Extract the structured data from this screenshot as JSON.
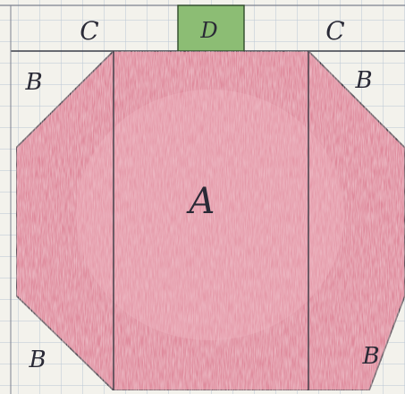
{
  "labels": {
    "center": "A",
    "top_left": "C",
    "top_middle": "D",
    "top_right": "C",
    "upper_left": "B",
    "upper_right": "B",
    "lower_left": "B",
    "lower_right": "B"
  },
  "colors": {
    "paper": "#f3f2ec",
    "grid": "#b9c6d4",
    "body_fill": "#df8a9c",
    "body_highlight": "#f0b8c4",
    "stem_fill": "#8cbd74",
    "ink": "#2a2a36"
  }
}
